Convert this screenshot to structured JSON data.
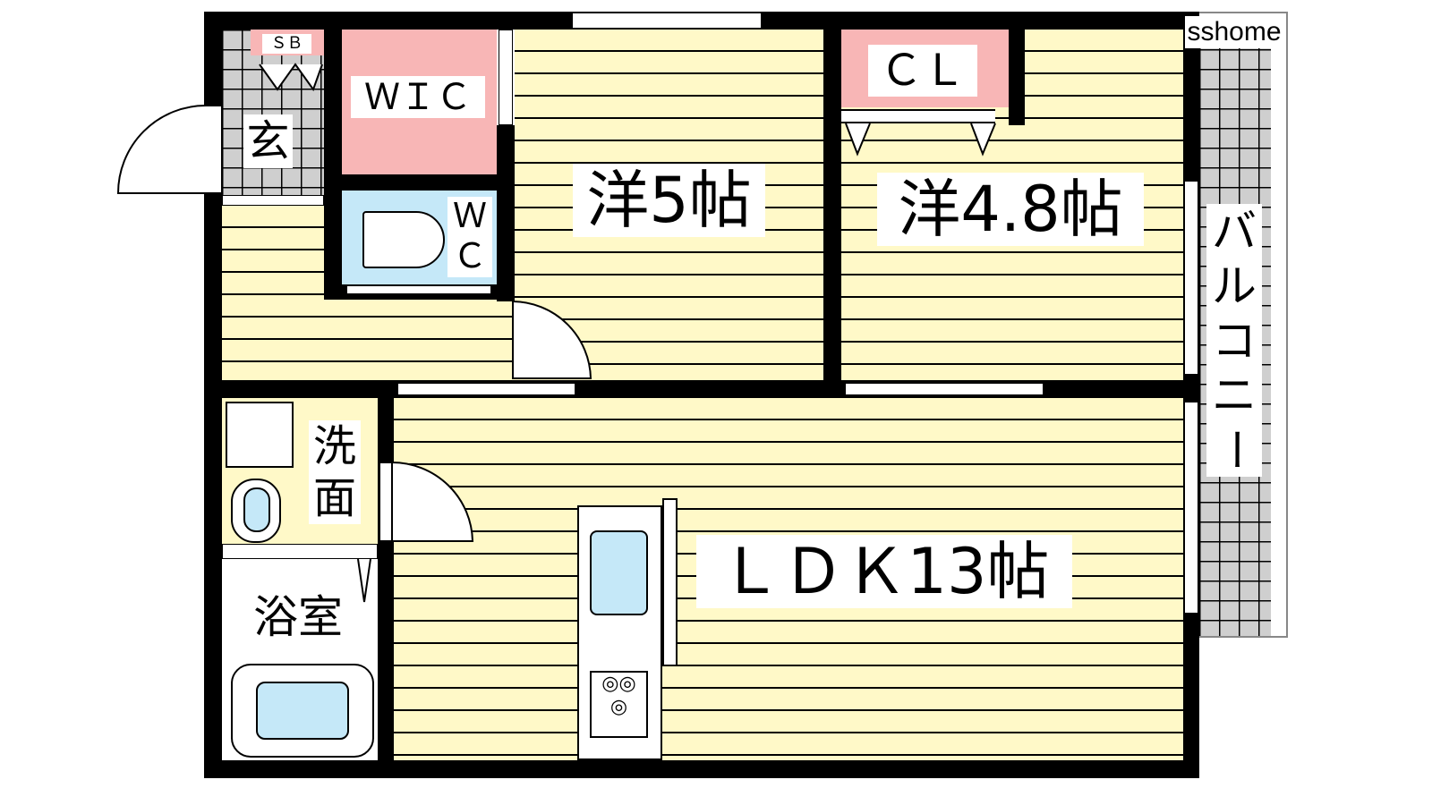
{
  "watermark": "sshome",
  "rooms": {
    "western5": "洋5帖",
    "western48": "洋4.8帖",
    "ldk": "ＬＤＫ13帖",
    "wic": "ＷＩＣ",
    "wc_top": "Ｗ",
    "wc_bottom": "Ｃ",
    "closet": "ＣＬ",
    "shoebox": "ＳＢ",
    "entrance": "玄",
    "washroom_top": "洗",
    "washroom_bottom": "面",
    "bathroom": "浴室",
    "balcony": [
      "バ",
      "ル",
      "コ",
      "ニ",
      "ー"
    ]
  },
  "colors": {
    "floor": "#fff9c8",
    "storage": "#f8b6b6",
    "water": "#c5e8f8",
    "tile": "#cfcfcf"
  }
}
